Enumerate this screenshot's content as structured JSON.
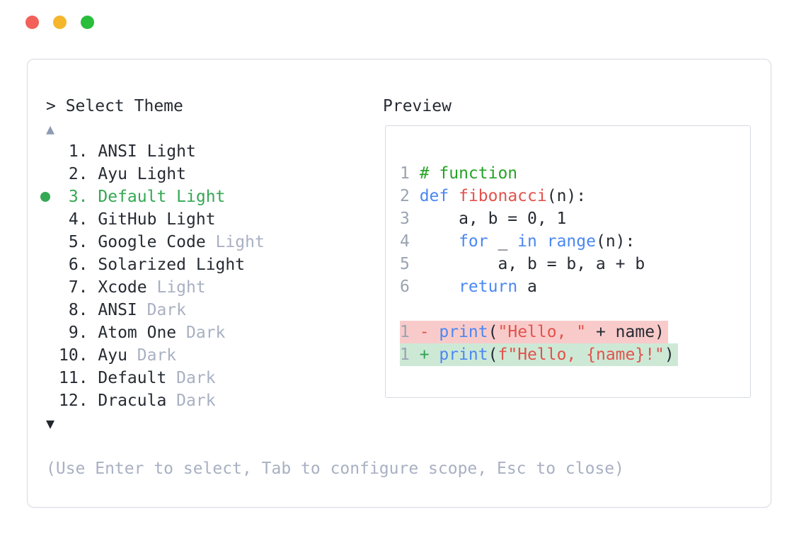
{
  "window": {
    "controls": [
      {
        "name": "close",
        "color": "#f3605a"
      },
      {
        "name": "minimize",
        "color": "#f5b62c"
      },
      {
        "name": "zoom",
        "color": "#29bd3c"
      }
    ]
  },
  "theme_selector": {
    "prompt": "> Select Theme",
    "scroll_up_indicator": "▲",
    "scroll_down_indicator": "▼",
    "selected_index": 3,
    "items": [
      {
        "number": "1.",
        "name": "ANSI Light",
        "variant": "",
        "selected": false
      },
      {
        "number": "2.",
        "name": "Ayu Light",
        "variant": "",
        "selected": false
      },
      {
        "number": "3.",
        "name": "Default Light",
        "variant": "",
        "selected": true
      },
      {
        "number": "4.",
        "name": "GitHub Light",
        "variant": "",
        "selected": false
      },
      {
        "number": "5.",
        "name": "Google Code",
        "variant": " Light",
        "selected": false
      },
      {
        "number": "6.",
        "name": "Solarized Light",
        "variant": "",
        "selected": false
      },
      {
        "number": "7.",
        "name": "Xcode",
        "variant": " Light",
        "selected": false
      },
      {
        "number": "8.",
        "name": "ANSI",
        "variant": " Dark",
        "selected": false
      },
      {
        "number": "9.",
        "name": "Atom One",
        "variant": " Dark",
        "selected": false
      },
      {
        "number": "10.",
        "name": "Ayu",
        "variant": " Dark",
        "selected": false
      },
      {
        "number": "11.",
        "name": "Default",
        "variant": " Dark",
        "selected": false
      },
      {
        "number": "12.",
        "name": "Dracula",
        "variant": " Dark",
        "selected": false
      }
    ],
    "footer_hint": "(Use Enter to select, Tab to configure scope, Esc to close)"
  },
  "preview": {
    "label": "Preview",
    "code_lines": [
      {
        "num": "1",
        "diff": "",
        "tokens": [
          {
            "t": "# function",
            "c": "comment"
          }
        ]
      },
      {
        "num": "2",
        "diff": "",
        "tokens": [
          {
            "t": "def",
            "c": "keyword"
          },
          {
            "t": " ",
            "c": "plain"
          },
          {
            "t": "fibonacci",
            "c": "function"
          },
          {
            "t": "(n):",
            "c": "plain"
          }
        ]
      },
      {
        "num": "3",
        "diff": "",
        "tokens": [
          {
            "t": "    a, b = 0, 1",
            "c": "plain"
          }
        ]
      },
      {
        "num": "4",
        "diff": "",
        "tokens": [
          {
            "t": "    ",
            "c": "plain"
          },
          {
            "t": "for",
            "c": "keyword"
          },
          {
            "t": " _ ",
            "c": "plain"
          },
          {
            "t": "in",
            "c": "keyword"
          },
          {
            "t": " ",
            "c": "plain"
          },
          {
            "t": "range",
            "c": "keyword"
          },
          {
            "t": "(n):",
            "c": "plain"
          }
        ]
      },
      {
        "num": "5",
        "diff": "",
        "tokens": [
          {
            "t": "        a, b = b, a + b",
            "c": "plain"
          }
        ]
      },
      {
        "num": "6",
        "diff": "",
        "tokens": [
          {
            "t": "    ",
            "c": "plain"
          },
          {
            "t": "return",
            "c": "keyword"
          },
          {
            "t": " a",
            "c": "plain"
          }
        ]
      },
      {
        "num": "",
        "diff": "",
        "tokens": []
      },
      {
        "num": "1",
        "diff": "removed",
        "tokens": [
          {
            "t": "- ",
            "c": "minus"
          },
          {
            "t": "print",
            "c": "keyword"
          },
          {
            "t": "(",
            "c": "plain"
          },
          {
            "t": "\"Hello, \"",
            "c": "string"
          },
          {
            "t": " + name)",
            "c": "plain"
          }
        ]
      },
      {
        "num": "1",
        "diff": "added",
        "tokens": [
          {
            "t": "+ ",
            "c": "plus"
          },
          {
            "t": "print",
            "c": "keyword"
          },
          {
            "t": "(",
            "c": "plain"
          },
          {
            "t": "f\"Hello, {name}!\"",
            "c": "string"
          },
          {
            "t": ")",
            "c": "plain"
          }
        ]
      }
    ]
  },
  "colors": {
    "text": "#262b33",
    "muted": "#a8b0c2",
    "selected_green": "#35a854",
    "scroll_up_arrow": "#8e9cb3",
    "scroll_down_arrow": "#22262c",
    "panel_border": "#d5d9e0",
    "line_number": "#9aa3b1",
    "syntax_comment": "#27a327",
    "syntax_keyword": "#4b87f2",
    "syntax_function": "#e2524c",
    "syntax_string": "#e2524c",
    "diff_removed_bg": "#f8cbca",
    "diff_added_bg": "#cde9d6"
  }
}
